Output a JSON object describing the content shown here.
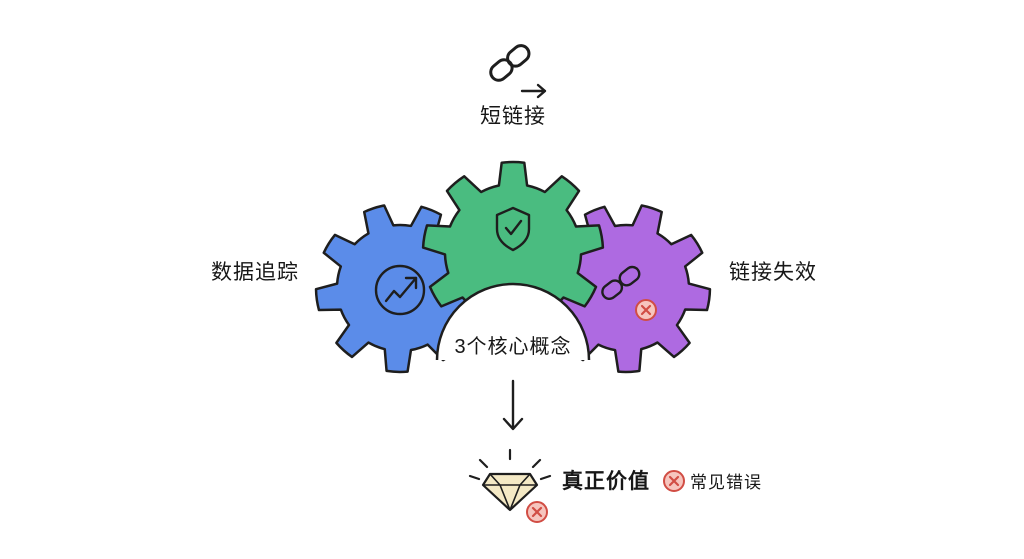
{
  "title": {
    "label": "短链接"
  },
  "gears": {
    "left": {
      "label": "数据追踪"
    },
    "center": {
      "label": ""
    },
    "right": {
      "label": "链接失效"
    }
  },
  "arch": {
    "caption": "3个核心概念"
  },
  "result": {
    "value_label": "真正价值",
    "legend_label": "常见错误"
  },
  "icons": {
    "top": "chain-link-icon",
    "top_arrow": "redirect-arrow-icon",
    "left_gear": "trend-arrow-icon",
    "center_gear": "shield-check-icon",
    "right_gear": "broken-link-icon",
    "badge": "error-x-badge-icon",
    "flow": "down-arrow-icon",
    "result": "diamond-icon"
  },
  "colors": {
    "background": "#ffffff",
    "text": "#171717",
    "outline": "#1e1e1e",
    "gear_left": "#5b8ce9",
    "gear_center": "#4abc80",
    "gear_right": "#ae6ae1",
    "badge_fill": "#f6c5be",
    "badge_accent": "#d14d44",
    "diamond_fill": "#f4e9c5"
  }
}
